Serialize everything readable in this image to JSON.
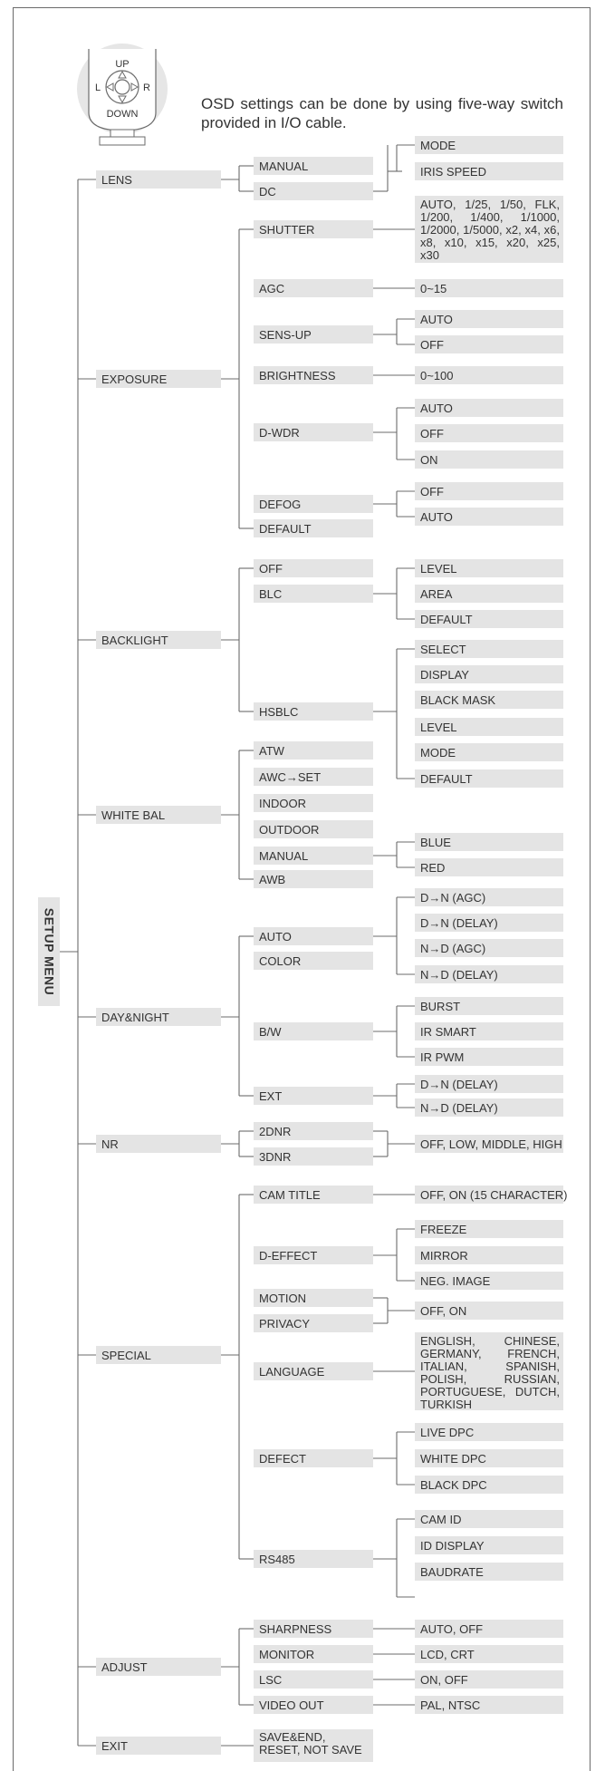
{
  "intro": "OSD settings can be done by using five-way switch provided in I/O cable.",
  "switch": {
    "up": "UP",
    "down": "DOWN",
    "left": "L",
    "right": "R"
  },
  "root": "SETUP MENU",
  "menu": {
    "lens": "LENS",
    "lens_manual": "MANUAL",
    "lens_dc": "DC",
    "dc_mode": "MODE",
    "dc_iris_speed": "IRIS SPEED",
    "exposure": "EXPOSURE",
    "shutter": "SHUTTER",
    "shutter_options": "AUTO, 1/25, 1/50, FLK, 1/200, 1/400, 1/1000, 1/2000, 1/5000, x2, x4, x6, x8, x10, x15, x20, x25, x30",
    "agc": "AGC",
    "agc_range": "0~15",
    "sens_up": "SENS-UP",
    "sens_up_auto": "AUTO",
    "sens_up_off": "OFF",
    "brightness": "BRIGHTNESS",
    "brightness_range": "0~100",
    "d_wdr": "D-WDR",
    "d_wdr_auto": "AUTO",
    "d_wdr_off": "OFF",
    "d_wdr_on": "ON",
    "defog": "DEFOG",
    "defog_off": "OFF",
    "defog_auto": "AUTO",
    "exposure_default": "DEFAULT",
    "backlight": "BACKLIGHT",
    "bl_off": "OFF",
    "blc": "BLC",
    "blc_level": "LEVEL",
    "blc_area": "AREA",
    "blc_default": "DEFAULT",
    "hsblc": "HSBLC",
    "hsblc_select": "SELECT",
    "hsblc_display": "DISPLAY",
    "hsblc_black_mask": "BLACK MASK",
    "hsblc_level": "LEVEL",
    "hsblc_mode": "MODE",
    "hsblc_default": "DEFAULT",
    "white_bal": "WHITE BAL",
    "wb_atw": "ATW",
    "wb_awc_set": "AWC→SET",
    "wb_indoor": "INDOOR",
    "wb_outdoor": "OUTDOOR",
    "wb_manual": "MANUAL",
    "wb_blue": "BLUE",
    "wb_red": "RED",
    "wb_awb": "AWB",
    "day_night": "DAY&NIGHT",
    "dn_auto": "AUTO",
    "dn_auto_dn_agc": "D→N (AGC)",
    "dn_auto_dn_delay": "D→N (DELAY)",
    "dn_auto_nd_agc": "N→D (AGC)",
    "dn_auto_nd_delay": "N→D (DELAY)",
    "dn_color": "COLOR",
    "dn_bw": "B/W",
    "bw_burst": "BURST",
    "bw_ir_smart": "IR SMART",
    "bw_ir_pwm": "IR PWM",
    "dn_ext": "EXT",
    "ext_dn_delay": "D→N (DELAY)",
    "ext_nd_delay": "N→D (DELAY)",
    "nr": "NR",
    "nr_2dnr": "2DNR",
    "nr_3dnr": "3DNR",
    "nr_options": "OFF, LOW, MIDDLE, HIGH",
    "special": "SPECIAL",
    "cam_title": "CAM TITLE",
    "cam_title_options": "OFF, ON (15 CHARACTER)",
    "d_effect": "D-EFFECT",
    "d_effect_freeze": "FREEZE",
    "d_effect_mirror": "MIRROR",
    "d_effect_neg": "NEG. IMAGE",
    "motion": "MOTION",
    "privacy": "PRIVACY",
    "motion_privacy_options": "OFF, ON",
    "language": "LANGUAGE",
    "language_options": "ENGLISH, CHINESE, GERMANY, FRENCH, ITALIAN, SPANISH, POLISH, RUSSIAN, PORTUGUESE, DUTCH, TURKISH",
    "defect": "DEFECT",
    "defect_live": "LIVE DPC",
    "defect_white": "WHITE DPC",
    "defect_black": "BLACK DPC",
    "rs485": "RS485",
    "rs485_cam_id": "CAM ID",
    "rs485_id_display": "ID DISPLAY",
    "rs485_baudrate": "BAUDRATE",
    "adjust": "ADJUST",
    "sharpness": "SHARPNESS",
    "sharpness_options": "AUTO, OFF",
    "monitor": "MONITOR",
    "monitor_options": "LCD, CRT",
    "lsc": "LSC",
    "lsc_options": "ON, OFF",
    "video_out": "VIDEO OUT",
    "video_out_options": "PAL, NTSC",
    "exit": "EXIT",
    "exit_options": "SAVE&END, RESET, NOT SAVE"
  }
}
